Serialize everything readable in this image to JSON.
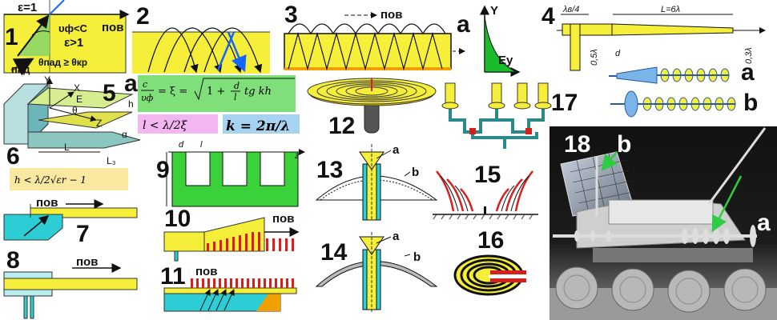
{
  "numbers": {
    "p1": "1",
    "p2": "2",
    "p3": "3",
    "p4": "4",
    "p5": "5",
    "p6": "6",
    "p7": "7",
    "p8": "8",
    "p9": "9",
    "p10": "10",
    "p11": "11",
    "p12": "12",
    "p13": "13",
    "p14": "14",
    "p15": "15",
    "p16": "16",
    "p17": "17",
    "p18": "18"
  },
  "panel1": {
    "eps1": "ε=1",
    "pov": "пов",
    "vf": "υф<C",
    "eps_gt": "ε>1",
    "pad": "пад",
    "theta": "θпад ≥ θкр"
  },
  "panel3": {
    "pov": "пов",
    "a": "a",
    "Y": "Y",
    "Ey": "Ey"
  },
  "panel4": {
    "lam4": "λв/4",
    "L": "L=6λ",
    "d": "d",
    "h1": "0,5λ",
    "h2": "0,3λ"
  },
  "panel5": {
    "a": "a",
    "Y": "Y",
    "X": "X",
    "E": "E",
    "theta": "θ",
    "Z": "Z",
    "h": "h",
    "alpha": "α",
    "L": "L",
    "L3": "L₃"
  },
  "formula": {
    "lhs_num": "c",
    "lhs_den": "υф",
    "xi": "= ξ =",
    "one": "1 +",
    "frac_num": "d",
    "frac_den": "l",
    "tg": "tg kh",
    "cond1": "l < λ/2ξ",
    "cond2": "k = 2π/λ",
    "cond3": "h < λ/2√εr − 1"
  },
  "panel7": {
    "pov": "пов"
  },
  "panel8": {
    "pov": "пов"
  },
  "panel9": {
    "d": "d",
    "l": "l",
    "h": "h",
    "z": "z"
  },
  "panel10": {
    "pov": "пов"
  },
  "panel11": {
    "pov": "пов"
  },
  "panel13": {
    "a": "a",
    "b": "b"
  },
  "panel14": {
    "a": "a",
    "b": "b"
  },
  "panel17": {
    "a": "a",
    "b": "b"
  },
  "panel18": {
    "b": "b",
    "a": "a"
  }
}
